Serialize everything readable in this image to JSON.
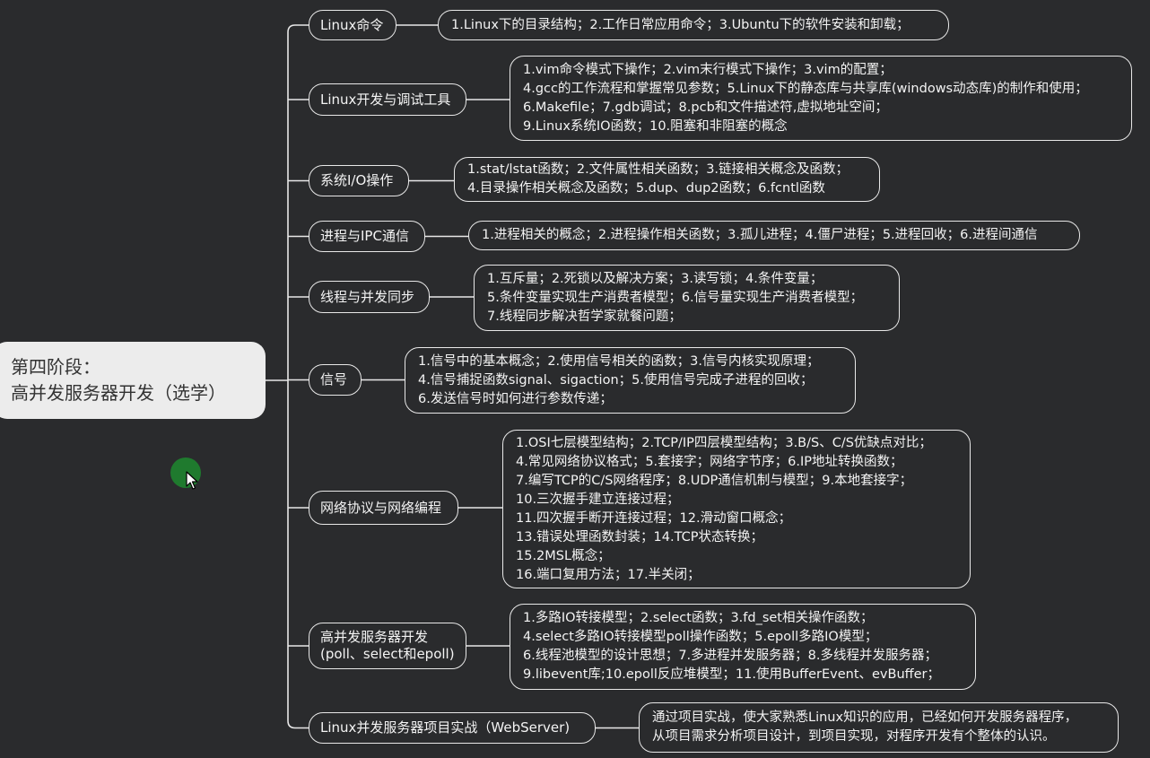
{
  "root": {
    "lines": [
      "第四阶段：",
      "高并发服务器开发（选学）"
    ]
  },
  "branches": [
    {
      "title": [
        "Linux命令"
      ],
      "details": [
        "1.Linux下的目录结构；2.工作日常应用命令；3.Ubuntu下的软件安装和卸载；"
      ]
    },
    {
      "title": [
        "Linux开发与调试工具"
      ],
      "details": [
        "1.vim命令模式下操作；2.vim末行模式下操作；3.vim的配置；",
        "4.gcc的工作流程和掌握常见参数；5.Linux下的静态库与共享库(windows动态库)的制作和使用；",
        "6.Makefile；7.gdb调试；8.pcb和文件描述符,虚拟地址空间；",
        "9.Linux系统IO函数；10.阻塞和非阻塞的概念"
      ]
    },
    {
      "title": [
        "系统I/O操作"
      ],
      "details": [
        "1.stat/lstat函数；2.文件属性相关函数；3.链接相关概念及函数；",
        "4.目录操作相关概念及函数；5.dup、dup2函数；6.fcntl函数"
      ]
    },
    {
      "title": [
        "进程与IPC通信"
      ],
      "details": [
        "1.进程相关的概念；2.进程操作相关函数；3.孤儿进程；4.僵尸进程；5.进程回收；6.进程间通信"
      ]
    },
    {
      "title": [
        "线程与并发同步"
      ],
      "details": [
        "1.互斥量；2.死锁以及解决方案；3.读写锁；4.条件变量；",
        "5.条件变量实现生产消费者模型；6.信号量实现生产消费者模型；",
        "7.线程同步解决哲学家就餐问题；"
      ]
    },
    {
      "title": [
        "信号"
      ],
      "details": [
        "1.信号中的基本概念；2.使用信号相关的函数；3.信号内核实现原理；",
        "4.信号捕捉函数signal、sigaction；5.使用信号完成子进程的回收；",
        "6.发送信号时如何进行参数传递；"
      ]
    },
    {
      "title": [
        "网络协议与网络编程"
      ],
      "details": [
        "1.OSI七层模型结构；2.TCP/IP四层模型结构；3.B/S、C/S优缺点对比；",
        "4.常见网络协议格式；5.套接字；网络字节序；6.IP地址转换函数；",
        "7.编写TCP的C/S网络程序；8.UDP通信机制与模型；9.本地套接字；",
        "10.三次握手建立连接过程；",
        "11.四次握手断开连接过程；12.滑动窗口概念；",
        "13.错误处理函数封装；14.TCP状态转换；",
        "15.2MSL概念；",
        "16.端口复用方法；17.半关闭；"
      ]
    },
    {
      "title": [
        "高并发服务器开发",
        "(poll、select和epoll)"
      ],
      "details": [
        "1.多路IO转接模型；2.select函数；3.fd_set相关操作函数；",
        "4.select多路IO转接模型poll操作函数；5.epoll多路IO模型；",
        "6.线程池模型的设计思想；7.多进程并发服务器；8.多线程并发服务器；",
        "9.libevent库;10.epoll反应堆模型；11.使用BufferEvent、evBuffer；"
      ]
    },
    {
      "title": [
        "Linux并发服务器项目实战（WebServer)"
      ],
      "details": [
        "通过项目实战，使大家熟悉Linux知识的应用，已经如何开发服务器程序，",
        "从项目需求分析项目设计，到项目实现，对程序开发有个整体的认识。"
      ]
    }
  ]
}
